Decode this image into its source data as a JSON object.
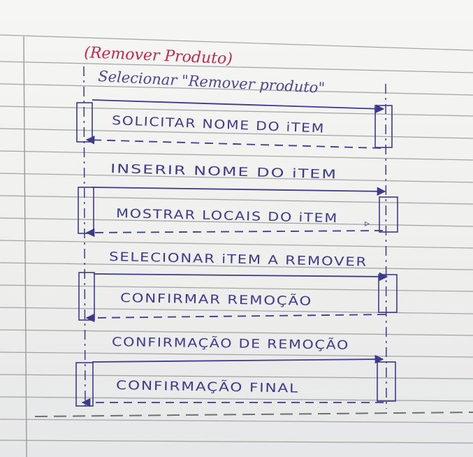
{
  "diagram": {
    "title": "(Remover Produto)",
    "intro": "Selecionar \"Remover produto\"",
    "steps": [
      "SOLICITAR NOME DO iTEM",
      "INSERIR NOME DO iTEM",
      "MOSTRAR LOCAIS DO iTEM",
      "SELECIONAR iTEM A REMOVER",
      "CONFIRMAR REMOÇÃO",
      "CONFIRMAÇÃO DE REMOÇÃO",
      "CONFIRMAÇÃO FINAL"
    ]
  },
  "colors": {
    "ink": "#3d3a8c",
    "red_ink": "#c4274c",
    "ruled_line": "#8f9193",
    "margin_line": "#9a9a9a"
  }
}
